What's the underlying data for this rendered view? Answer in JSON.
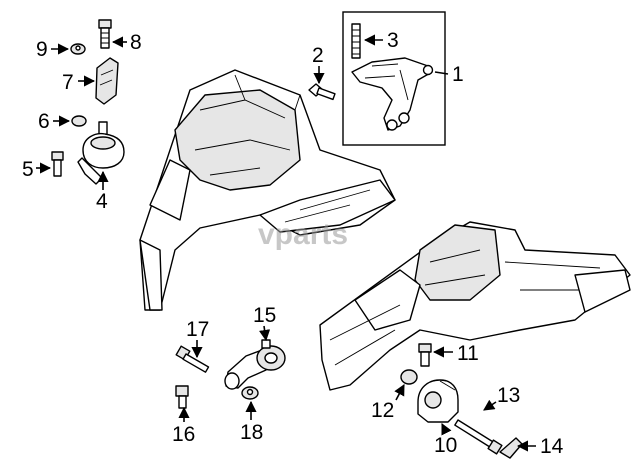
{
  "watermark": "vparts",
  "callouts": [
    {
      "id": "c1",
      "label": "1"
    },
    {
      "id": "c2",
      "label": "2"
    },
    {
      "id": "c3",
      "label": "3"
    },
    {
      "id": "c4",
      "label": "4"
    },
    {
      "id": "c5",
      "label": "5"
    },
    {
      "id": "c6",
      "label": "6"
    },
    {
      "id": "c7",
      "label": "7"
    },
    {
      "id": "c8",
      "label": "8"
    },
    {
      "id": "c9",
      "label": "9"
    },
    {
      "id": "c10",
      "label": "10"
    },
    {
      "id": "c11",
      "label": "11"
    },
    {
      "id": "c12",
      "label": "12"
    },
    {
      "id": "c13",
      "label": "13"
    },
    {
      "id": "c14",
      "label": "14"
    },
    {
      "id": "c15",
      "label": "15"
    },
    {
      "id": "c16",
      "label": "16"
    },
    {
      "id": "c17",
      "label": "17"
    },
    {
      "id": "c18",
      "label": "18"
    }
  ]
}
